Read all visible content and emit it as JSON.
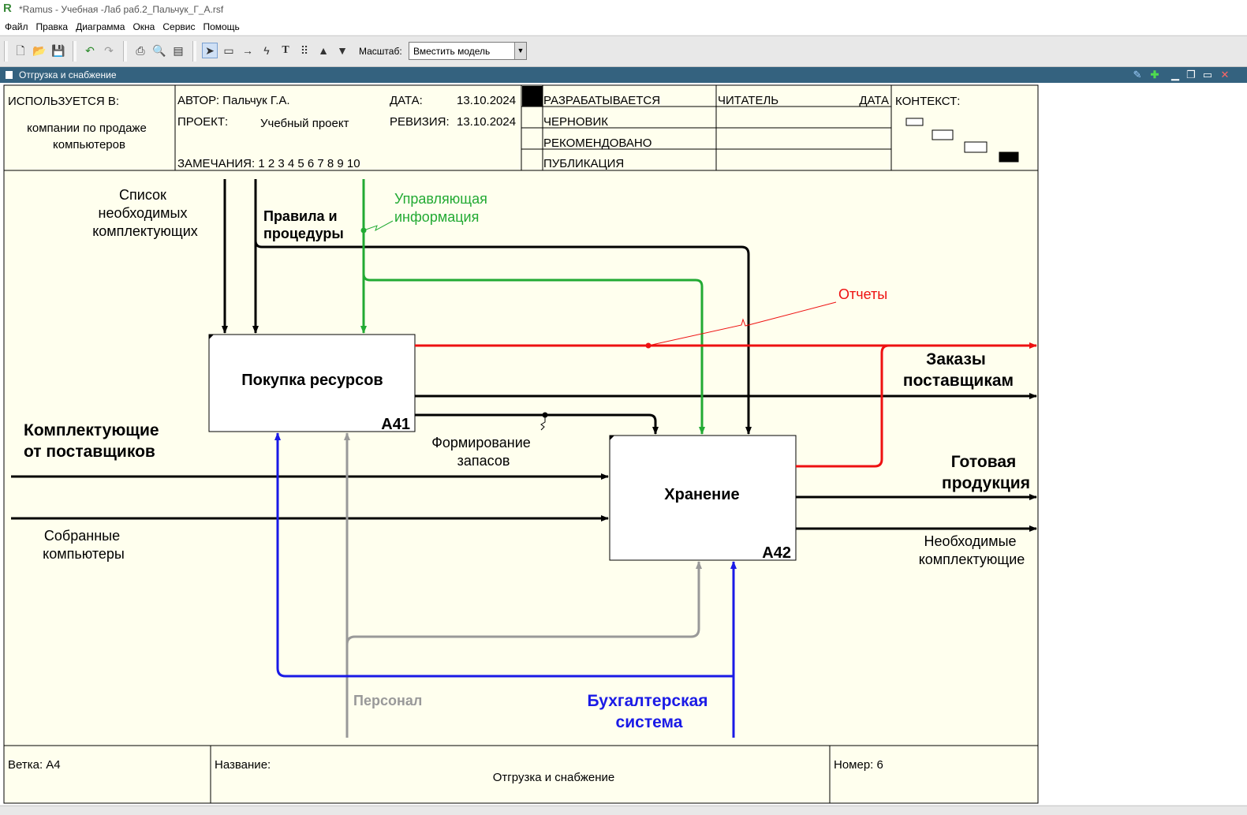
{
  "window": {
    "title": "*Ramus - Учебная -Лаб  раб.2_Пальчук_Г_А.rsf"
  },
  "menu": [
    "Файл",
    "Правка",
    "Диаграмма",
    "Окна",
    "Сервис",
    "Помощь"
  ],
  "toolbar": {
    "scale_label": "Масштаб:",
    "scale_value": "Вместить модель"
  },
  "doc": {
    "title": "Отгрузка и снабжение"
  },
  "header": {
    "used_in_label": "ИСПОЛЬЗУЕТСЯ В:",
    "used_in_value": [
      "компании по продаже",
      "компьютеров"
    ],
    "author": "АВТОР: Пальчук Г.А.",
    "project_label": "ПРОЕКТ:",
    "project_value": "Учебный проект",
    "notes": "ЗАМЕЧАНИЯ: 1 2 3 4 5 6 7 8 9 10",
    "date_label": "ДАТА:",
    "date_value": "13.10.2024",
    "revision_label": "РЕВИЗИЯ:",
    "revision_value": "13.10.2024",
    "status": [
      "РАЗРАБАТЫВАЕТСЯ",
      "ЧЕРНОВИК",
      "РЕКОМЕНДОВАНО",
      "ПУБЛИКАЦИЯ"
    ],
    "reader": "ЧИТАТЕЛЬ",
    "reader_date": "ДАТА",
    "context": "КОНТЕКСТ:"
  },
  "boxes": [
    {
      "title": "Покупка ресурсов",
      "code": "A41"
    },
    {
      "title": "Хранение",
      "code": "A42"
    }
  ],
  "arrows": {
    "list": [
      "Список",
      "необходимых",
      "комплектующих"
    ],
    "rules": [
      "Правила и",
      "процедуры"
    ],
    "control_info": [
      "Управляющая",
      "информация"
    ],
    "reports": "Отчеты",
    "orders": [
      "Заказы",
      "поставщикам"
    ],
    "components_in": [
      "Комплектующие",
      "от поставщиков"
    ],
    "stock": [
      "Формирование",
      "запасов"
    ],
    "assembled": [
      "Собранные",
      "компьютеры"
    ],
    "finished": [
      "Готовая",
      "продукция"
    ],
    "needed": [
      "Необходимые",
      "комплектующие"
    ],
    "staff": "Персонал",
    "accounting": [
      "Бухгалтерская",
      "система"
    ]
  },
  "footer": {
    "node": "Ветка: А4",
    "name_label": "Название:",
    "name_value": "Отгрузка и снабжение",
    "number": "Номер: 6"
  },
  "colors": {
    "control_green": "#22aa33",
    "output_red": "#ee1111",
    "mechanism_blue": "#1a1ae6",
    "staff_gray": "#999999",
    "frame_bg": "#ffffee",
    "docbar": "#34627f"
  }
}
